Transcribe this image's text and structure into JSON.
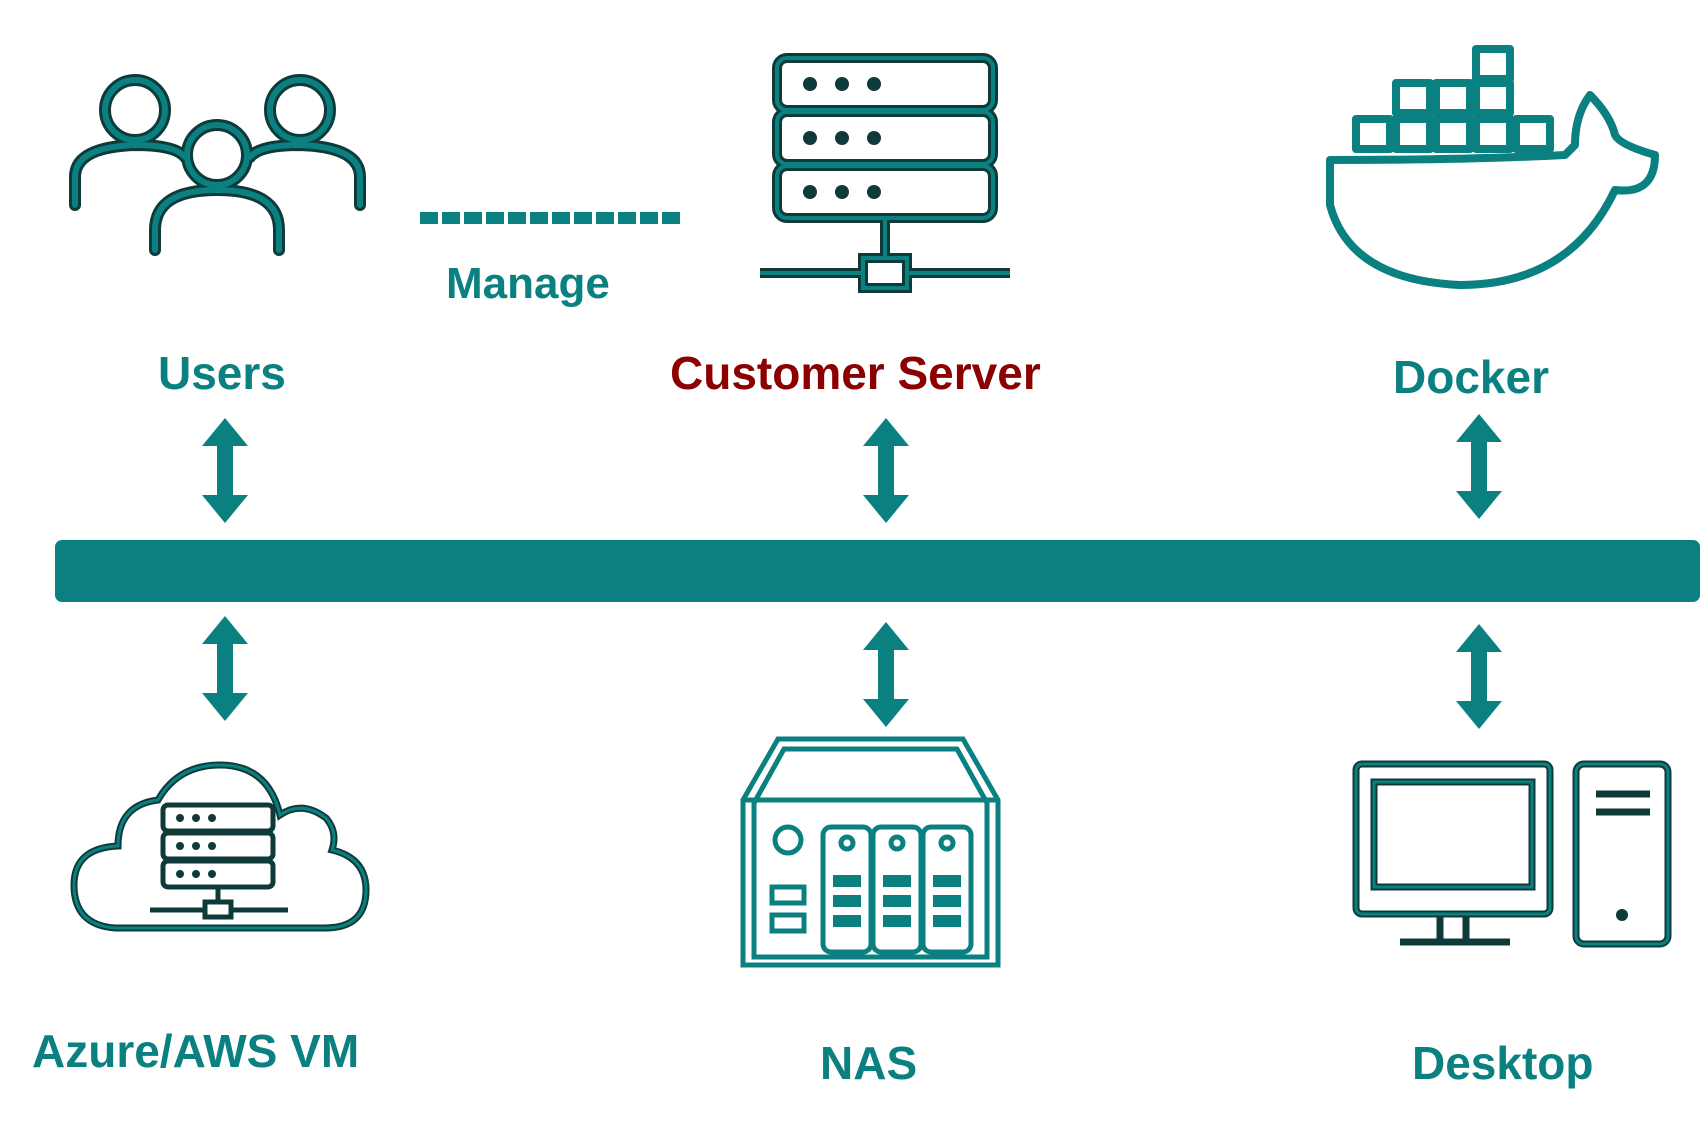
{
  "colors": {
    "teal": "#0a8080",
    "dark_teal": "#0f3a3a",
    "server_label": "#8b0000"
  },
  "nodes": {
    "users": {
      "label": "Users",
      "icon": "users-icon"
    },
    "customer_server": {
      "label": "Customer Server",
      "icon": "server-rack-icon"
    },
    "docker": {
      "label": "Docker",
      "icon": "docker-whale-icon"
    },
    "azure_aws_vm": {
      "label": "Azure/AWS VM",
      "icon": "cloud-server-icon"
    },
    "nas": {
      "label": "NAS",
      "icon": "nas-device-icon"
    },
    "desktop": {
      "label": "Desktop",
      "icon": "desktop-computer-icon"
    }
  },
  "link": {
    "label": "Manage"
  },
  "network_bus": {
    "label": ""
  }
}
